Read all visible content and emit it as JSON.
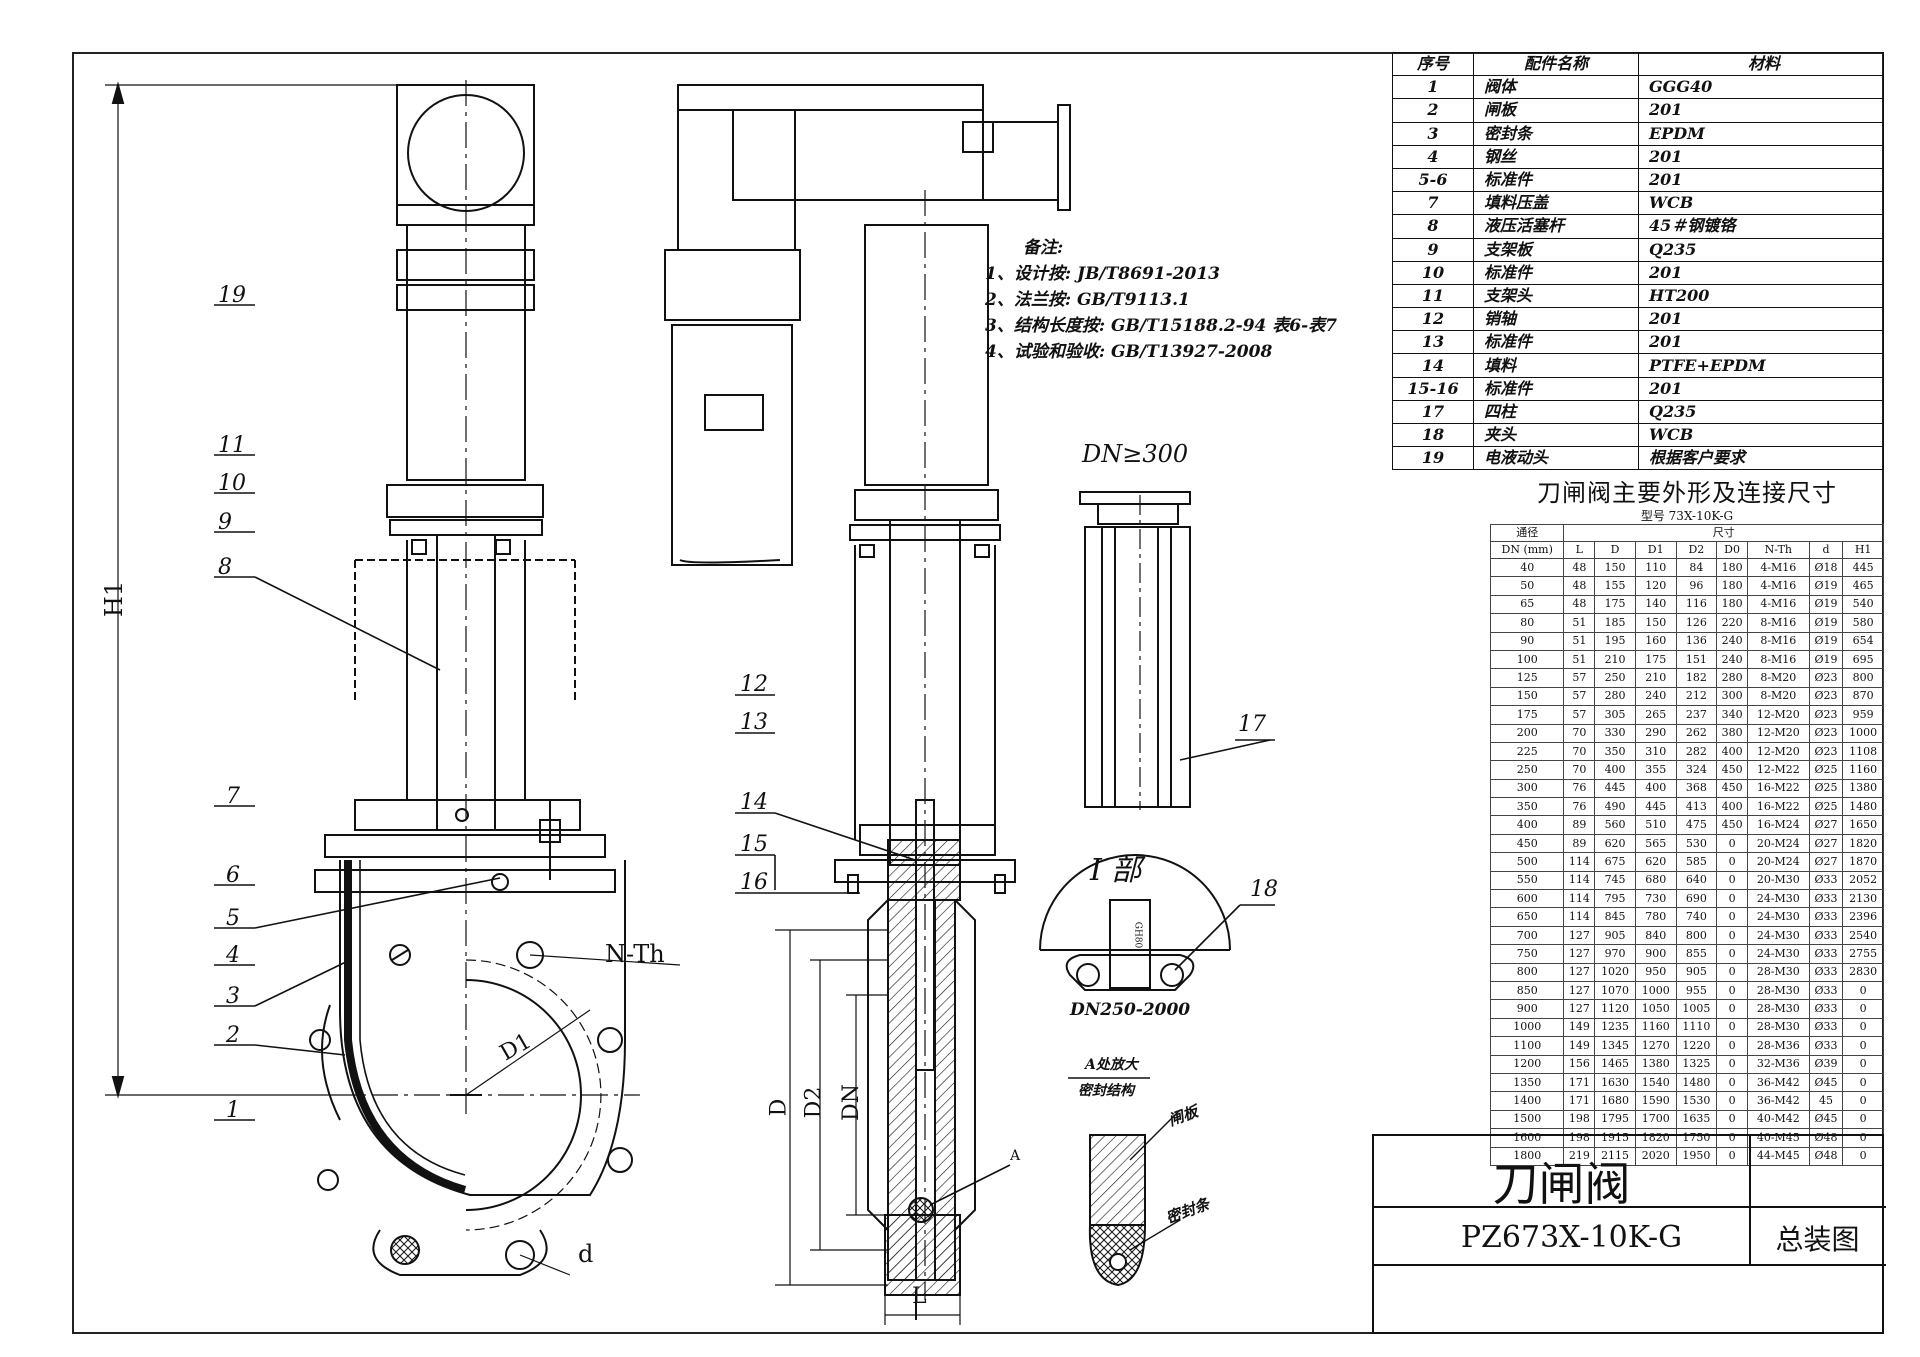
{
  "notes": {
    "title": "备注:",
    "items": [
      "1、设计按: JB/T8691-2013",
      "2、法兰按: GB/T9113.1",
      "3、结构长度按: GB/T15188.2-94 表6-表7",
      "4、试验和验收: GB/T13927-2008"
    ]
  },
  "parts_table": {
    "headers": [
      "序号",
      "配件名称",
      "材料"
    ],
    "rows": [
      [
        "1",
        "阀体",
        "GGG40"
      ],
      [
        "2",
        "闸板",
        "201"
      ],
      [
        "3",
        "密封条",
        "EPDM"
      ],
      [
        "4",
        "钢丝",
        "201"
      ],
      [
        "5-6",
        "标准件",
        "201"
      ],
      [
        "7",
        "填料压盖",
        "WCB"
      ],
      [
        "8",
        "液压活塞杆",
        "45＃钢镀铬"
      ],
      [
        "9",
        "支架板",
        "Q235"
      ],
      [
        "10",
        "标准件",
        "201"
      ],
      [
        "11",
        "支架头",
        "HT200"
      ],
      [
        "12",
        "销轴",
        "201"
      ],
      [
        "13",
        "标准件",
        "201"
      ],
      [
        "14",
        "填料",
        "PTFE+EPDM"
      ],
      [
        "15-16",
        "标准件",
        "201"
      ],
      [
        "17",
        "四柱",
        "Q235"
      ],
      [
        "18",
        "夹头",
        "WCB"
      ],
      [
        "19",
        "电液动头",
        "根据客户要求"
      ]
    ]
  },
  "dimension_table": {
    "title": "刀闸阀主要外形及连接尺寸",
    "model": "型号 73X-10K-G",
    "group_headers": [
      "通径",
      "尺寸"
    ],
    "headers": [
      "DN (mm)",
      "L",
      "D",
      "D1",
      "D2",
      "D0",
      "N-Th",
      "d",
      "H1"
    ],
    "rows": [
      [
        "40",
        "48",
        "150",
        "110",
        "84",
        "180",
        "4-M16",
        "Ø18",
        "445"
      ],
      [
        "50",
        "48",
        "155",
        "120",
        "96",
        "180",
        "4-M16",
        "Ø19",
        "465"
      ],
      [
        "65",
        "48",
        "175",
        "140",
        "116",
        "180",
        "4-M16",
        "Ø19",
        "540"
      ],
      [
        "80",
        "51",
        "185",
        "150",
        "126",
        "220",
        "8-M16",
        "Ø19",
        "580"
      ],
      [
        "90",
        "51",
        "195",
        "160",
        "136",
        "240",
        "8-M16",
        "Ø19",
        "654"
      ],
      [
        "100",
        "51",
        "210",
        "175",
        "151",
        "240",
        "8-M16",
        "Ø19",
        "695"
      ],
      [
        "125",
        "57",
        "250",
        "210",
        "182",
        "280",
        "8-M20",
        "Ø23",
        "800"
      ],
      [
        "150",
        "57",
        "280",
        "240",
        "212",
        "300",
        "8-M20",
        "Ø23",
        "870"
      ],
      [
        "175",
        "57",
        "305",
        "265",
        "237",
        "340",
        "12-M20",
        "Ø23",
        "959"
      ],
      [
        "200",
        "70",
        "330",
        "290",
        "262",
        "380",
        "12-M20",
        "Ø23",
        "1000"
      ],
      [
        "225",
        "70",
        "350",
        "310",
        "282",
        "400",
        "12-M20",
        "Ø23",
        "1108"
      ],
      [
        "250",
        "70",
        "400",
        "355",
        "324",
        "450",
        "12-M22",
        "Ø25",
        "1160"
      ],
      [
        "300",
        "76",
        "445",
        "400",
        "368",
        "450",
        "16-M22",
        "Ø25",
        "1380"
      ],
      [
        "350",
        "76",
        "490",
        "445",
        "413",
        "400",
        "16-M22",
        "Ø25",
        "1480"
      ],
      [
        "400",
        "89",
        "560",
        "510",
        "475",
        "450",
        "16-M24",
        "Ø27",
        "1650"
      ],
      [
        "450",
        "89",
        "620",
        "565",
        "530",
        "0",
        "20-M24",
        "Ø27",
        "1820"
      ],
      [
        "500",
        "114",
        "675",
        "620",
        "585",
        "0",
        "20-M24",
        "Ø27",
        "1870"
      ],
      [
        "550",
        "114",
        "745",
        "680",
        "640",
        "0",
        "20-M30",
        "Ø33",
        "2052"
      ],
      [
        "600",
        "114",
        "795",
        "730",
        "690",
        "0",
        "24-M30",
        "Ø33",
        "2130"
      ],
      [
        "650",
        "114",
        "845",
        "780",
        "740",
        "0",
        "24-M30",
        "Ø33",
        "2396"
      ],
      [
        "700",
        "127",
        "905",
        "840",
        "800",
        "0",
        "24-M30",
        "Ø33",
        "2540"
      ],
      [
        "750",
        "127",
        "970",
        "900",
        "855",
        "0",
        "24-M30",
        "Ø33",
        "2755"
      ],
      [
        "800",
        "127",
        "1020",
        "950",
        "905",
        "0",
        "28-M30",
        "Ø33",
        "2830"
      ],
      [
        "850",
        "127",
        "1070",
        "1000",
        "955",
        "0",
        "28-M30",
        "Ø33",
        "0"
      ],
      [
        "900",
        "127",
        "1120",
        "1050",
        "1005",
        "0",
        "28-M30",
        "Ø33",
        "0"
      ],
      [
        "1000",
        "149",
        "1235",
        "1160",
        "1110",
        "0",
        "28-M30",
        "Ø33",
        "0"
      ],
      [
        "1100",
        "149",
        "1345",
        "1270",
        "1220",
        "0",
        "28-M36",
        "Ø33",
        "0"
      ],
      [
        "1200",
        "156",
        "1465",
        "1380",
        "1325",
        "0",
        "32-M36",
        "Ø39",
        "0"
      ],
      [
        "1350",
        "171",
        "1630",
        "1540",
        "1480",
        "0",
        "36-M42",
        "Ø45",
        "0"
      ],
      [
        "1400",
        "171",
        "1680",
        "1590",
        "1530",
        "0",
        "36-M42",
        "45",
        "0"
      ],
      [
        "1500",
        "198",
        "1795",
        "1700",
        "1635",
        "0",
        "40-M42",
        "Ø45",
        "0"
      ],
      [
        "1600",
        "198",
        "1915",
        "1820",
        "1750",
        "0",
        "40-M45",
        "Ø48",
        "0"
      ],
      [
        "1800",
        "219",
        "2115",
        "2020",
        "1950",
        "0",
        "44-M45",
        "Ø48",
        "0"
      ]
    ]
  },
  "title_block": {
    "name": "刀闸阀",
    "model": "PZ673X-10K-G",
    "drawing_kind": "总装图"
  },
  "drawing_labels": {
    "front_callouts": [
      "19",
      "11",
      "10",
      "9",
      "8",
      "7",
      "6",
      "5",
      "4",
      "3",
      "2",
      "1"
    ],
    "side_callouts": [
      "12",
      "13",
      "14",
      "15",
      "16"
    ],
    "dim_h1": "H1",
    "dim_n_th": "N-Th",
    "dim_d1": "D1",
    "dim_d_small": "d",
    "dim_D": "D",
    "dim_D2": "D2",
    "dim_DN": "DN",
    "dim_L": "L",
    "mark_A": "A",
    "column_view": "DN≥300",
    "column_callout": "17",
    "detail_I": "I 部",
    "detail_callout": "18",
    "detail_range": "DN250-2000",
    "detail_A_title": "A处放大",
    "detail_A_sub": "密封结构",
    "label_gate": "闸板",
    "label_seal": "密封条",
    "clamp_text": "GH80"
  }
}
